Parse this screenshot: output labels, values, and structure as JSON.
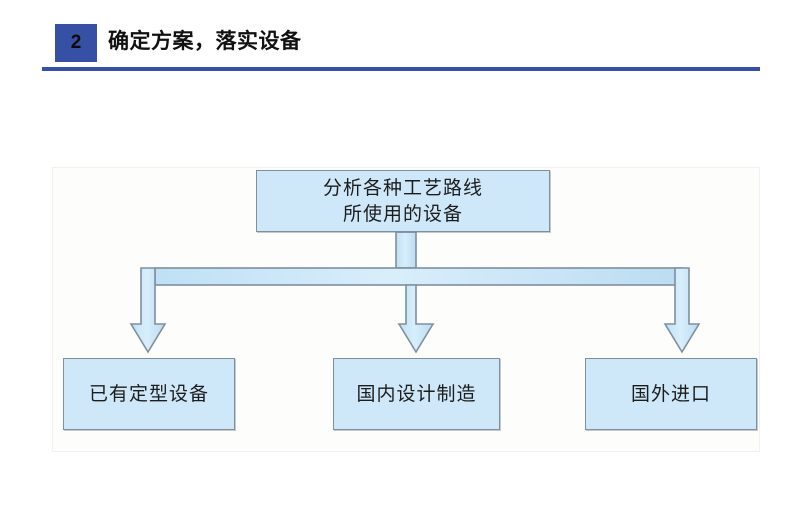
{
  "header": {
    "step_number": "2",
    "title": "确定方案，落实设备",
    "badge_color": "#3550a5",
    "rule_color": "#3550a5"
  },
  "diagram": {
    "type": "flowchart",
    "node_fill_color": "#cfe8f9",
    "node_border_color": "#7f8f9e",
    "root": {
      "id": "node-top",
      "line1": "分析各种工艺路线",
      "line2": "所使用的设备"
    },
    "branches": [
      {
        "id": "node-existing",
        "label": "已有定型设备"
      },
      {
        "id": "node-domestic",
        "label": "国内设计制造"
      },
      {
        "id": "node-import",
        "label": "国外进口"
      }
    ],
    "connectors": [
      {
        "name": "trunk-down",
        "kind": "stem"
      },
      {
        "name": "distribution-bar",
        "kind": "horizontal-bar"
      },
      {
        "name": "arrow-to-existing",
        "kind": "block-arrow-down"
      },
      {
        "name": "arrow-to-domestic",
        "kind": "block-arrow-down"
      },
      {
        "name": "arrow-to-import",
        "kind": "block-arrow-down"
      }
    ]
  }
}
